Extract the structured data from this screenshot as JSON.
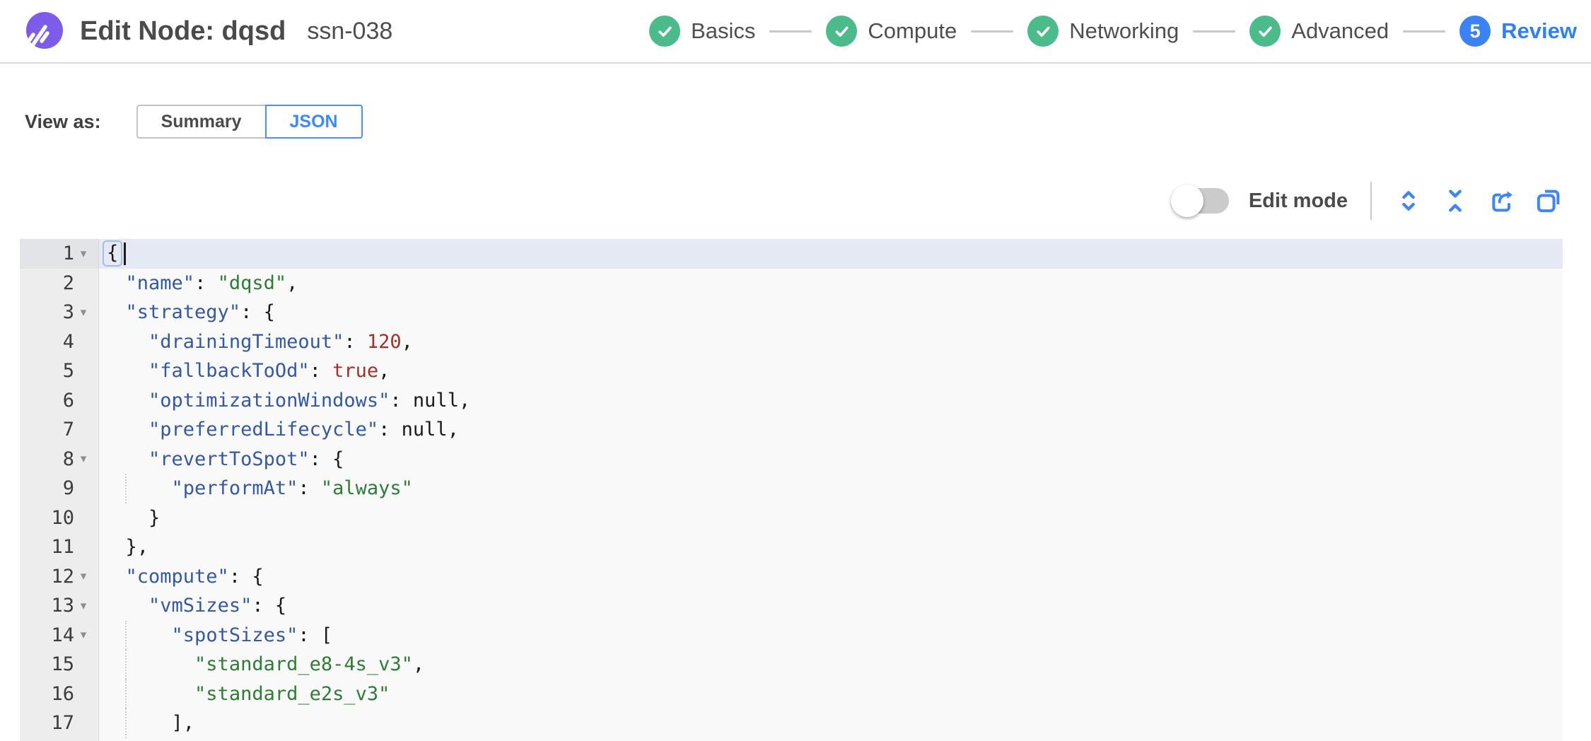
{
  "header": {
    "title": "Edit Node: dqsd",
    "subtitle": "ssn-038",
    "steps": [
      {
        "label": "Basics",
        "state": "complete"
      },
      {
        "label": "Compute",
        "state": "complete"
      },
      {
        "label": "Networking",
        "state": "complete"
      },
      {
        "label": "Advanced",
        "state": "complete"
      },
      {
        "label": "Review",
        "state": "current",
        "number": "5"
      }
    ]
  },
  "view_as": {
    "label": "View as:",
    "options": [
      {
        "label": "Summary",
        "selected": false
      },
      {
        "label": "JSON",
        "selected": true
      }
    ]
  },
  "toolbar": {
    "edit_mode_label": "Edit mode",
    "edit_mode_on": false,
    "icons": [
      "expand-icon",
      "collapse-icon",
      "export-icon",
      "copy-icon"
    ]
  },
  "colors": {
    "accent_blue": "#3d8af5",
    "step_green": "#4cbb8b",
    "review_blue": "#3b82f6",
    "logo_purple": "#7c5ce8",
    "editor_bg": "#f9f9f9",
    "gutter_bg": "#ededed",
    "active_line_bg": "#e4e9f3",
    "key_color": "#3459a2",
    "string_color": "#2e7d36",
    "number_color": "#a1312a"
  },
  "editor": {
    "lines": [
      {
        "num": 1,
        "fold": true,
        "active": true,
        "cursor": true,
        "tokens": [
          {
            "t": "brm",
            "v": "{"
          }
        ]
      },
      {
        "num": 2,
        "tokens": [
          {
            "t": "pun",
            "v": "  "
          },
          {
            "t": "key",
            "v": "\"name\""
          },
          {
            "t": "pun",
            "v": ": "
          },
          {
            "t": "str",
            "v": "\"dqsd\""
          },
          {
            "t": "pun",
            "v": ","
          }
        ]
      },
      {
        "num": 3,
        "fold": true,
        "tokens": [
          {
            "t": "pun",
            "v": "  "
          },
          {
            "t": "key",
            "v": "\"strategy\""
          },
          {
            "t": "pun",
            "v": ": {"
          }
        ]
      },
      {
        "num": 4,
        "tokens": [
          {
            "t": "pun",
            "v": "    "
          },
          {
            "t": "key",
            "v": "\"drainingTimeout\""
          },
          {
            "t": "pun",
            "v": ": "
          },
          {
            "t": "num",
            "v": "120"
          },
          {
            "t": "pun",
            "v": ","
          }
        ]
      },
      {
        "num": 5,
        "tokens": [
          {
            "t": "pun",
            "v": "    "
          },
          {
            "t": "key",
            "v": "\"fallbackToOd\""
          },
          {
            "t": "pun",
            "v": ": "
          },
          {
            "t": "num",
            "v": "true"
          },
          {
            "t": "pun",
            "v": ","
          }
        ]
      },
      {
        "num": 6,
        "tokens": [
          {
            "t": "pun",
            "v": "    "
          },
          {
            "t": "key",
            "v": "\"optimizationWindows\""
          },
          {
            "t": "pun",
            "v": ": "
          },
          {
            "t": "pln",
            "v": "null"
          },
          {
            "t": "pun",
            "v": ","
          }
        ]
      },
      {
        "num": 7,
        "tokens": [
          {
            "t": "pun",
            "v": "    "
          },
          {
            "t": "key",
            "v": "\"preferredLifecycle\""
          },
          {
            "t": "pun",
            "v": ": "
          },
          {
            "t": "pln",
            "v": "null"
          },
          {
            "t": "pun",
            "v": ","
          }
        ]
      },
      {
        "num": 8,
        "fold": true,
        "tokens": [
          {
            "t": "pun",
            "v": "    "
          },
          {
            "t": "key",
            "v": "\"revertToSpot\""
          },
          {
            "t": "pun",
            "v": ": {"
          }
        ]
      },
      {
        "num": 9,
        "guide": true,
        "tokens": [
          {
            "t": "pun",
            "v": "      "
          },
          {
            "t": "key",
            "v": "\"performAt\""
          },
          {
            "t": "pun",
            "v": ": "
          },
          {
            "t": "str",
            "v": "\"always\""
          }
        ]
      },
      {
        "num": 10,
        "tokens": [
          {
            "t": "pun",
            "v": "    }"
          }
        ]
      },
      {
        "num": 11,
        "tokens": [
          {
            "t": "pun",
            "v": "  },"
          }
        ]
      },
      {
        "num": 12,
        "fold": true,
        "tokens": [
          {
            "t": "pun",
            "v": "  "
          },
          {
            "t": "key",
            "v": "\"compute\""
          },
          {
            "t": "pun",
            "v": ": {"
          }
        ]
      },
      {
        "num": 13,
        "fold": true,
        "tokens": [
          {
            "t": "pun",
            "v": "    "
          },
          {
            "t": "key",
            "v": "\"vmSizes\""
          },
          {
            "t": "pun",
            "v": ": {"
          }
        ]
      },
      {
        "num": 14,
        "fold": true,
        "guide": true,
        "tokens": [
          {
            "t": "pun",
            "v": "      "
          },
          {
            "t": "key",
            "v": "\"spotSizes\""
          },
          {
            "t": "pun",
            "v": ": ["
          }
        ]
      },
      {
        "num": 15,
        "guide": true,
        "tokens": [
          {
            "t": "pun",
            "v": "        "
          },
          {
            "t": "str",
            "v": "\"standard_e8-4s_v3\""
          },
          {
            "t": "pun",
            "v": ","
          }
        ]
      },
      {
        "num": 16,
        "guide": true,
        "tokens": [
          {
            "t": "pun",
            "v": "        "
          },
          {
            "t": "str",
            "v": "\"standard_e2s_v3\""
          }
        ]
      },
      {
        "num": 17,
        "guide": true,
        "tokens": [
          {
            "t": "pun",
            "v": "      ],"
          }
        ]
      }
    ]
  }
}
